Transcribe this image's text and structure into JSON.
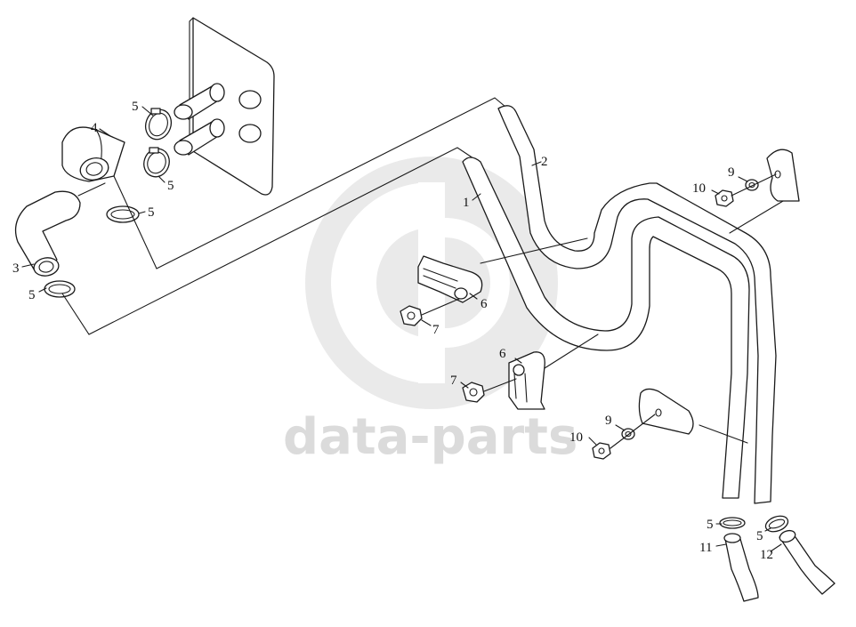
{
  "watermark": {
    "text": "data-parts",
    "color": "#d0d0d0"
  },
  "callouts": [
    {
      "id": "c1",
      "text": "1"
    },
    {
      "id": "c2",
      "text": "2"
    },
    {
      "id": "c3",
      "text": "3"
    },
    {
      "id": "c4",
      "text": "4"
    },
    {
      "id": "c5a",
      "text": "5"
    },
    {
      "id": "c5b",
      "text": "5"
    },
    {
      "id": "c5c",
      "text": "5"
    },
    {
      "id": "c5d",
      "text": "5"
    },
    {
      "id": "c5e",
      "text": "5"
    },
    {
      "id": "c5f",
      "text": "5"
    },
    {
      "id": "c6a",
      "text": "6"
    },
    {
      "id": "c6b",
      "text": "6"
    },
    {
      "id": "c7a",
      "text": "7"
    },
    {
      "id": "c7b",
      "text": "7"
    },
    {
      "id": "c9a",
      "text": "9"
    },
    {
      "id": "c9b",
      "text": "9"
    },
    {
      "id": "c10a",
      "text": "10"
    },
    {
      "id": "c10b",
      "text": "10"
    },
    {
      "id": "c11",
      "text": "11"
    },
    {
      "id": "c12",
      "text": "12"
    }
  ]
}
